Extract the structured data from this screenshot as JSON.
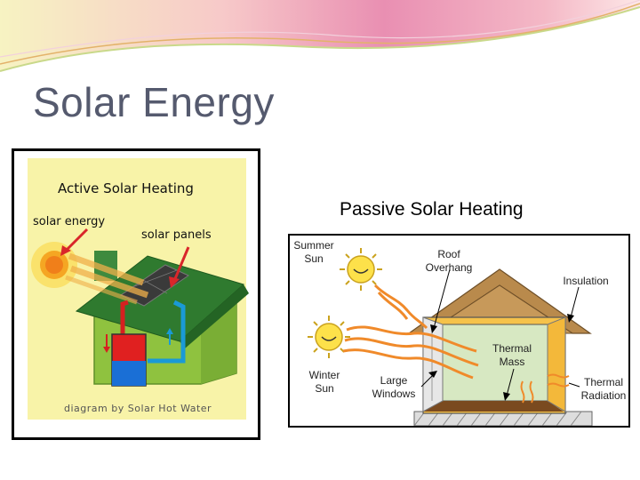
{
  "slide": {
    "title": "Solar Energy"
  },
  "active": {
    "title": "Active Solar Heating",
    "label_energy": "solar energy",
    "label_panels": "solar panels",
    "credit": "diagram by Solar Hot Water"
  },
  "passive": {
    "title": "Passive Solar Heating",
    "summer_sun_1": "Summer",
    "summer_sun_2": "Sun",
    "roof_1": "Roof",
    "roof_2": "Overhang",
    "insulation": "Insulation",
    "thermal_mass_1": "Thermal",
    "thermal_mass_2": "Mass",
    "winter_sun_1": "Winter",
    "winter_sun_2": "Sun",
    "windows_1": "Large",
    "windows_2": "Windows",
    "radiation_1": "Thermal",
    "radiation_2": "Radiation"
  },
  "colors": {
    "title": "#555a6e",
    "house_green": "#8fc23f",
    "roof_green": "#2f7a2f",
    "arrow_red": "#d9262a",
    "heat_orange": "#f08a2a",
    "tank_red": "#e02020",
    "tank_blue": "#1a6fd6"
  }
}
